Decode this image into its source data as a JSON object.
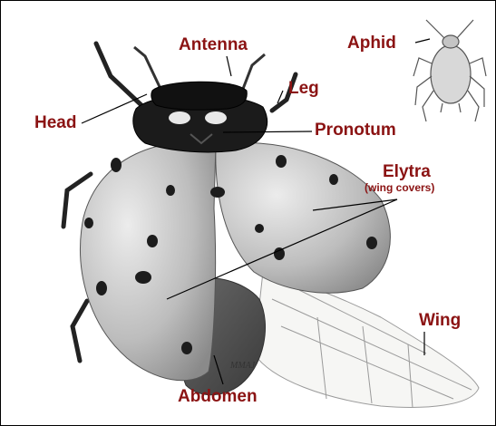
{
  "labels": {
    "antenna": "Antenna",
    "leg": "Leg",
    "head": "Head",
    "pronotum": "Pronotum",
    "aphid": "Aphid",
    "elytra": "Elytra",
    "elytra_sub": "(wing covers)",
    "wing": "Wing",
    "abdomen": "Abdomen"
  },
  "colors": {
    "label": "#8b1313",
    "body_dark": "#1a1a1a",
    "shell": "#c9c9c9",
    "spot": "#1c1c1c"
  },
  "signature": "MMAJ"
}
